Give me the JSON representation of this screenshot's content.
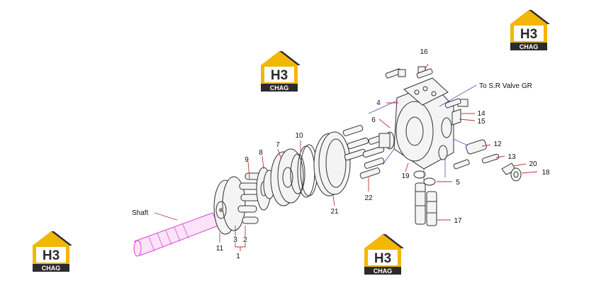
{
  "labels": {
    "n1": "1",
    "n2": "2",
    "n3": "3",
    "n4": "4",
    "n5": "5",
    "n6": "6",
    "n7": "7",
    "n8": "8",
    "n9": "9",
    "n10": "10",
    "n11": "11",
    "n12": "12",
    "n13": "13",
    "n14": "14",
    "n15": "15",
    "n16": "16",
    "n17": "17",
    "n18": "18",
    "n19": "19",
    "n20": "20",
    "n21": "21",
    "n22": "22",
    "shaft": "Shaft",
    "to_valve": "To S.R Valve GR"
  },
  "logo": {
    "letters": "H3",
    "caption": "CHAG"
  },
  "colors": {
    "logo_yellow": "#f2b705",
    "logo_dark": "#2b2b2b",
    "leader_red": "#c0353a",
    "shaft_magenta": "#e23ad8",
    "dash_blue": "#4a56b5"
  }
}
